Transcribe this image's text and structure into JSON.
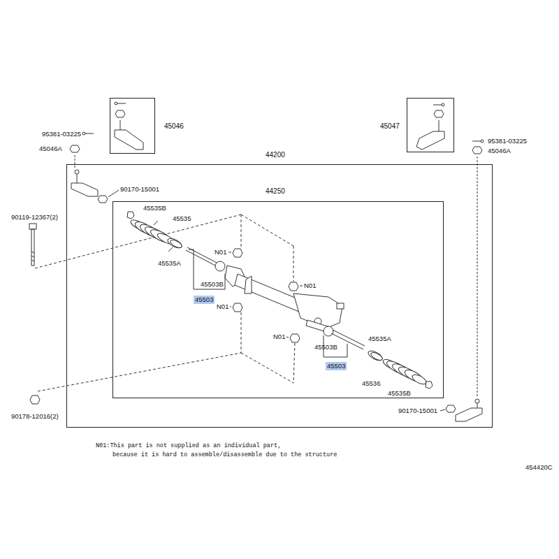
{
  "diagram": {
    "nodes": [
      {
        "text": [
          "45046"
        ]
      },
      {
        "text": [
          "45047"
        ]
      },
      {
        "text": [
          "44200"
        ]
      },
      {
        "text": [
          "44250"
        ],
        "in": 2
      }
    ],
    "labels": [
      "95381-03225",
      "45046A",
      "95381-03225",
      "45046A",
      "90170-15001",
      "90119-12367(2)",
      "45535B",
      "45535",
      "45535A",
      "N01",
      "N01",
      "45503B",
      "45503",
      "N01",
      "N01",
      "45503B",
      "45535A",
      "45503",
      "45536",
      "45535B",
      "90170-15001",
      "90178-12016(2)",
      "N01:This part is not supplied as an individual part,",
      "because it is hard to assemble/disassemble due to the structure",
      "454420C"
    ]
  }
}
